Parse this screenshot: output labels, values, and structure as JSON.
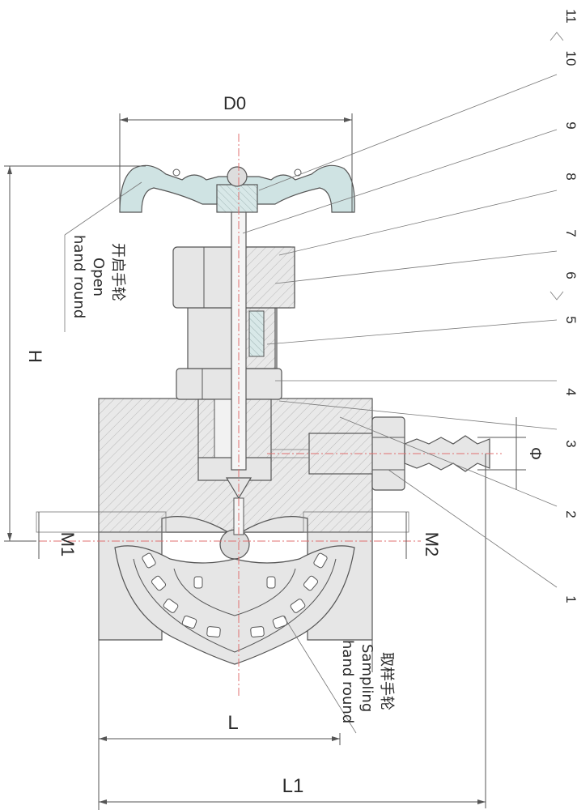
{
  "dimensions": {
    "d0": "D0",
    "h": "H",
    "m1": "M1",
    "m2": "M2",
    "l": "L",
    "l1": "L1",
    "phi": "Φ"
  },
  "part_numbers": [
    "11",
    "10",
    "9",
    "8",
    "7",
    "6",
    "5",
    "4",
    "3",
    "2",
    "1"
  ],
  "labels": {
    "open_cn": "开启手轮",
    "open_en_1": "Open",
    "open_en_2": "hand round",
    "sampling_cn": "取样手轮",
    "sampling_en_1": "Sampling",
    "sampling_en_2": "hand round"
  }
}
